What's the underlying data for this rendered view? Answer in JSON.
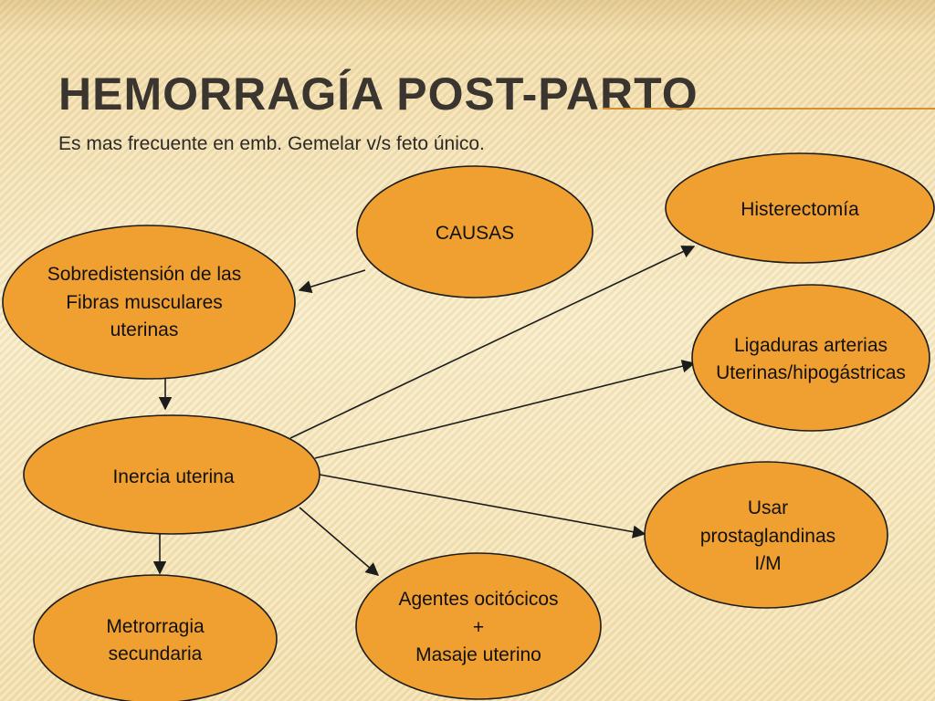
{
  "slide": {
    "title": "Hemorragía Post-parto",
    "subtitle": "Es mas frecuente en emb. Gemelar v/s feto único."
  },
  "colors": {
    "node_fill": "#f0a030",
    "node_stroke": "#1c1c1c",
    "title_rule": "#d4902a",
    "arrow": "#1c1c1c"
  },
  "nodes": {
    "causas": "CAUSAS",
    "sobredistension": "Sobredistensión de las\nFibras musculares\nuterinas",
    "inercia": "Inercia uterina",
    "metrorragia": "Metrorragia\nsecundaria",
    "agentes": "Agentes ocitócicos\n+\nMasaje uterino",
    "histerectomia": "Histerectomía",
    "ligaduras": "Ligaduras arterias\nUterinas/hipogástricas",
    "prostaglandinas": "Usar\nprostaglandinas\nI/M"
  },
  "edges": [
    {
      "from": "causas",
      "to": "sobredistension"
    },
    {
      "from": "sobredistension",
      "to": "inercia"
    },
    {
      "from": "inercia",
      "to": "metrorragia"
    },
    {
      "from": "inercia",
      "to": "agentes"
    },
    {
      "from": "inercia",
      "to": "histerectomia"
    },
    {
      "from": "inercia",
      "to": "ligaduras"
    },
    {
      "from": "inercia",
      "to": "prostaglandinas"
    }
  ]
}
